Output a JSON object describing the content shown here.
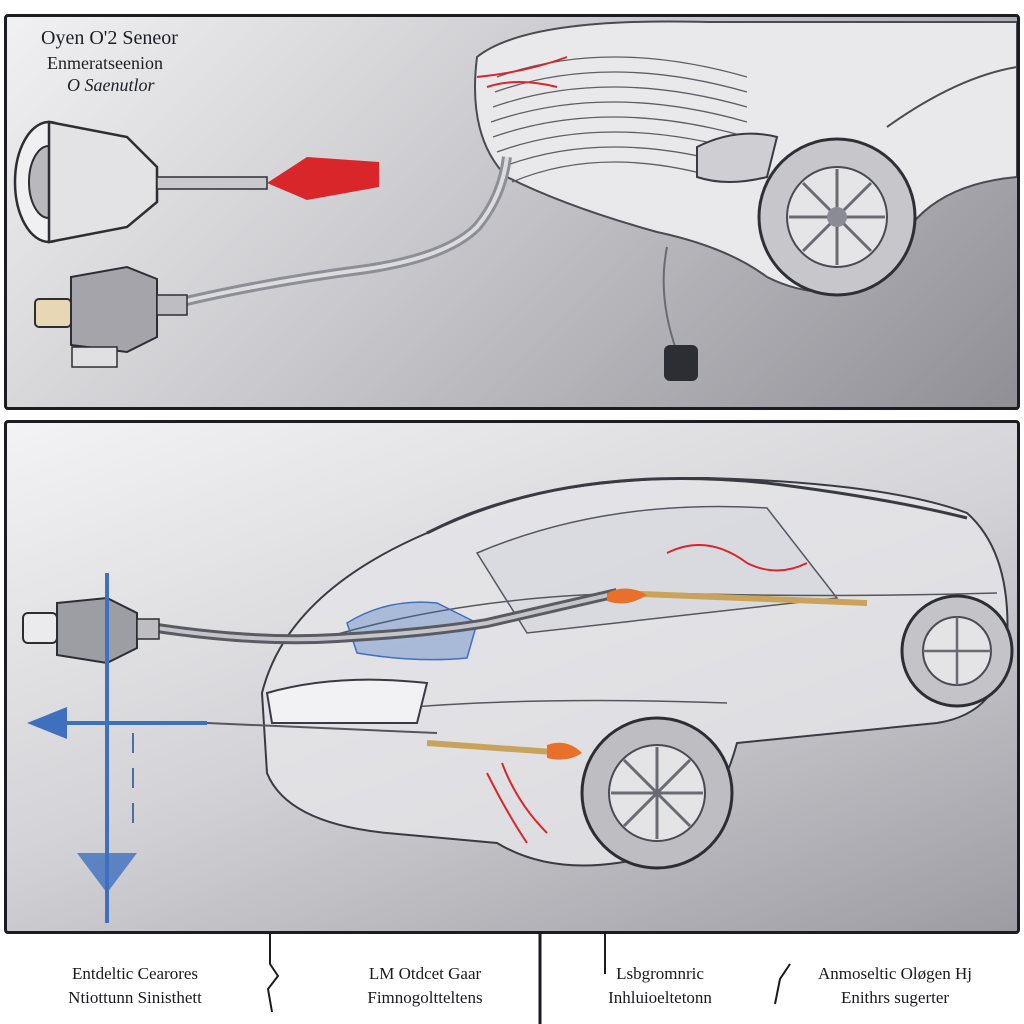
{
  "top_panel": {
    "title_lines": [
      "Oyen O'2 Seneor",
      "Enmeratseenion",
      "O Saenutlor"
    ]
  },
  "captions": [
    {
      "line1": "Entdeltic Cearores",
      "line2": "Ntiottunn Sinisthett"
    },
    {
      "line1": "LM Otdcet Gaar",
      "line2": "Fimnogoltteltens"
    },
    {
      "line1": "Lsbgromnric",
      "line2": "Inhluioeltetonn"
    },
    {
      "line1": "Anmoseltic Oløgen Hj",
      "line2": "Enithrs sugerter"
    }
  ],
  "colors": {
    "accent_red": "#d9262b",
    "accent_blue": "#3f6fbf",
    "accent_orange": "#e8702a",
    "frame": "#1b1d22"
  }
}
